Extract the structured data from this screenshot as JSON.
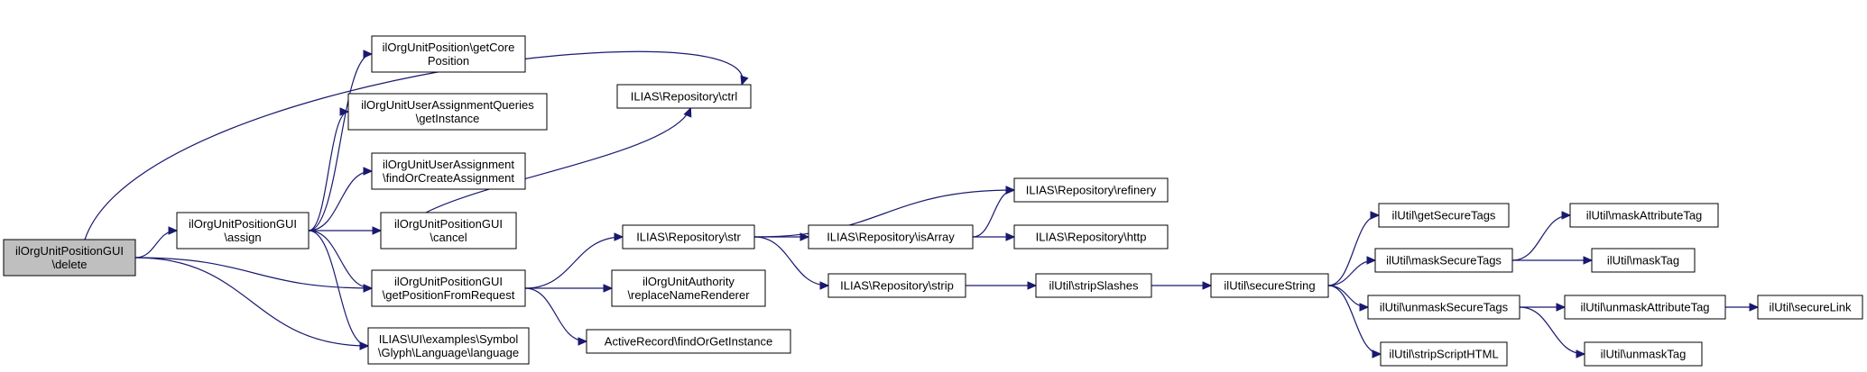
{
  "colors": {
    "edge": "#191970",
    "start_fill": "#bfbfbf",
    "node_fill": "#ffffff",
    "border": "#000000"
  },
  "nodes": {
    "delete": [
      "ilOrgUnitPositionGUI",
      "\\delete"
    ],
    "assign": [
      "ilOrgUnitPositionGUI",
      "\\assign"
    ],
    "getCore": [
      "ilOrgUnitPosition\\getCore",
      "Position"
    ],
    "getInstance": [
      "ilOrgUnitUserAssignmentQueries",
      "\\getInstance"
    ],
    "findOrCreate": [
      "ilOrgUnitUserAssignment",
      "\\findOrCreateAssignment"
    ],
    "cancel": [
      "ilOrgUnitPositionGUI",
      "\\cancel"
    ],
    "getPosition": [
      "ilOrgUnitPositionGUI",
      "\\getPositionFromRequest"
    ],
    "language": [
      "ILIAS\\UI\\examples\\Symbol",
      "\\Glyph\\Language\\language"
    ],
    "ctrl": [
      "ILIAS\\Repository\\ctrl"
    ],
    "str": [
      "ILIAS\\Repository\\str"
    ],
    "replaceName": [
      "ilOrgUnitAuthority",
      "\\replaceNameRenderer"
    ],
    "findOrGet": [
      "ActiveRecord\\findOrGetInstance"
    ],
    "refinery": [
      "ILIAS\\Repository\\refinery"
    ],
    "isArray": [
      "ILIAS\\Repository\\isArray"
    ],
    "http": [
      "ILIAS\\Repository\\http"
    ],
    "strip": [
      "ILIAS\\Repository\\strip"
    ],
    "stripSlashes": [
      "ilUtil\\stripSlashes"
    ],
    "secureString": [
      "ilUtil\\secureString"
    ],
    "getSecureTags": [
      "ilUtil\\getSecureTags"
    ],
    "maskSecureTags": [
      "ilUtil\\maskSecureTags"
    ],
    "unmaskSecureTags": [
      "ilUtil\\unmaskSecureTags"
    ],
    "stripScriptHTML": [
      "ilUtil\\stripScriptHTML"
    ],
    "maskAttributeTag": [
      "ilUtil\\maskAttributeTag"
    ],
    "maskTag": [
      "ilUtil\\maskTag"
    ],
    "unmaskAttributeTag": [
      "ilUtil\\unmaskAttributeTag"
    ],
    "unmaskTag": [
      "ilUtil\\unmaskTag"
    ],
    "secureLink": [
      "ilUtil\\secureLink"
    ]
  },
  "edges": [
    [
      "delete",
      "ctrl"
    ],
    [
      "delete",
      "assign"
    ],
    [
      "delete",
      "getPosition"
    ],
    [
      "delete",
      "language"
    ],
    [
      "assign",
      "getCore"
    ],
    [
      "assign",
      "getInstance"
    ],
    [
      "assign",
      "findOrCreate"
    ],
    [
      "assign",
      "cancel"
    ],
    [
      "assign",
      "getPosition"
    ],
    [
      "assign",
      "language"
    ],
    [
      "cancel",
      "ctrl"
    ],
    [
      "getPosition",
      "str"
    ],
    [
      "getPosition",
      "replaceName"
    ],
    [
      "getPosition",
      "findOrGet"
    ],
    [
      "str",
      "refinery"
    ],
    [
      "str",
      "isArray"
    ],
    [
      "str",
      "strip"
    ],
    [
      "isArray",
      "refinery"
    ],
    [
      "isArray",
      "http"
    ],
    [
      "strip",
      "stripSlashes"
    ],
    [
      "stripSlashes",
      "secureString"
    ],
    [
      "secureString",
      "getSecureTags"
    ],
    [
      "secureString",
      "maskSecureTags"
    ],
    [
      "secureString",
      "unmaskSecureTags"
    ],
    [
      "secureString",
      "stripScriptHTML"
    ],
    [
      "maskSecureTags",
      "maskAttributeTag"
    ],
    [
      "maskSecureTags",
      "maskTag"
    ],
    [
      "unmaskSecureTags",
      "unmaskAttributeTag"
    ],
    [
      "unmaskSecureTags",
      "unmaskTag"
    ],
    [
      "unmaskAttributeTag",
      "secureLink"
    ]
  ]
}
